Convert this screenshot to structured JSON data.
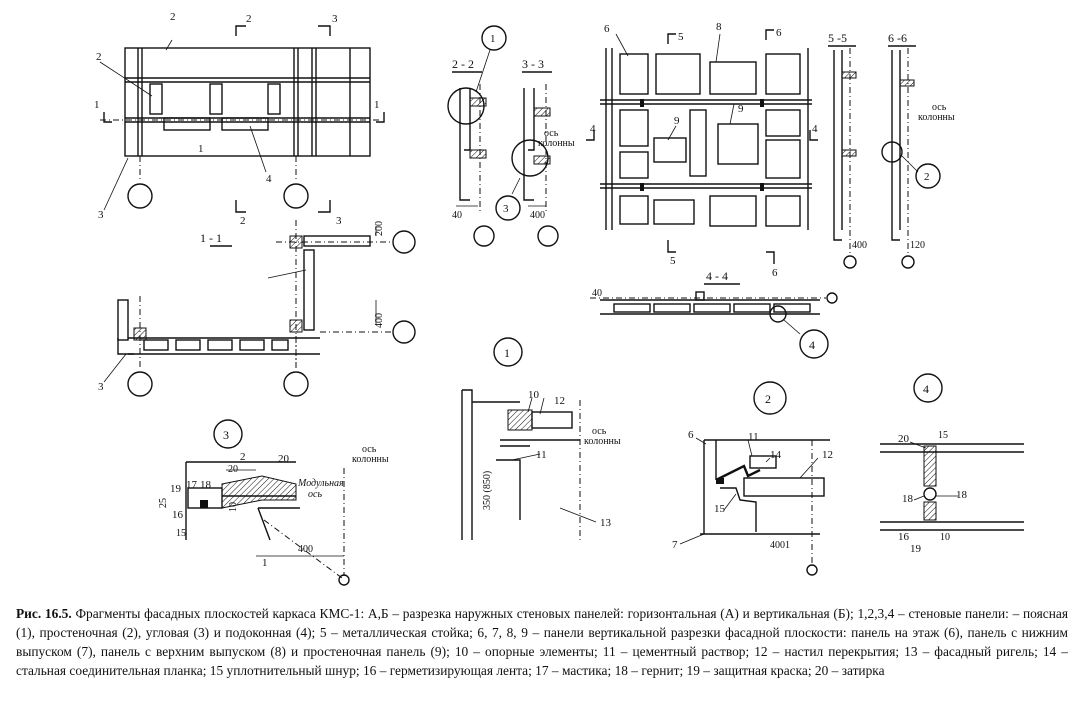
{
  "labels": {
    "n1": "1",
    "n2": "2",
    "n3": "3",
    "n4": "4",
    "n5": "5",
    "n6": "6",
    "n7": "7",
    "n8": "8",
    "n9": "9",
    "n10": "10",
    "n11": "11",
    "n12": "12",
    "n13": "13",
    "n14": "14",
    "n15": "15",
    "n16": "16",
    "n17": "17",
    "n18": "18",
    "n19": "19",
    "n20": "20",
    "s11": "1 - 1",
    "s22": "2 - 2",
    "s33": "3 - 3",
    "s44": "4 - 4",
    "s55": "5 -5",
    "s66": "6 -6",
    "d200": "200",
    "d400": "400",
    "d4001": "4001",
    "d10": "10",
    "d25": "25",
    "d40": "40",
    "d15": "15",
    "d120": "120",
    "d350": "350 (850)",
    "axis_line1": "ось",
    "axis_line2": "колонны",
    "modular1": "Модульная",
    "modular2": "ось"
  },
  "caption": {
    "label": "Рис. 16.5.",
    "text": " Фрагменты фасадных  плоскостей  каркаса КМС-1: А,Б  – разрезка наружных стеновых панелей: горизонтальная (А) и вертикальная (Б); 1,2,3,4 – стеновые панели: – поясная (1), простеночная (2), угловая (3) и подоконная (4); 5 – металлическая стойка; 6, 7, 8, 9 –  панели вертикальной разрезки фасадной плоскости: панель на этаж (6), панель с нижним выпуском (7), панель с верхним выпуском (8) и простеночная  панель (9); 10 – опорные элементы; 11 – цементный раствор; 12 – настил перекрытия; 13 – фасадный ригель; 14 – стальная соединительная планка; 15 уплотнительный шнур; 16 – герметизирующая лента; 17 –  мастика; 18 – гернит; 19 – защитная краска; 20 – затирка"
  }
}
